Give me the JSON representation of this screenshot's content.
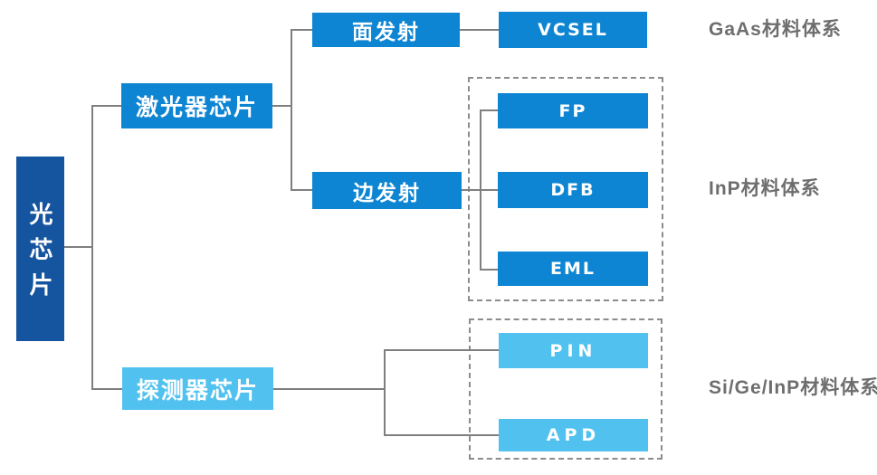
{
  "diagram": {
    "title_hint": "optical-chip classification tree",
    "root": {
      "label": "光芯片"
    },
    "nodes": {
      "laser": {
        "label": "激光器芯片",
        "tier": "mid"
      },
      "detector": {
        "label": "探测器芯片",
        "tier": "light"
      },
      "surface": {
        "label": "面发射",
        "tier": "mid"
      },
      "edge": {
        "label": "边发射",
        "tier": "mid"
      },
      "vcsel": {
        "label": "VCSEL",
        "tier": "mid"
      },
      "fp": {
        "label": "FP",
        "tier": "mid"
      },
      "dfb": {
        "label": "DFB",
        "tier": "mid"
      },
      "eml": {
        "label": "EML",
        "tier": "mid"
      },
      "pin": {
        "label": "PIN",
        "tier": "light"
      },
      "apd": {
        "label": "APD",
        "tier": "light"
      }
    },
    "material_labels": {
      "gaas": "GaAs材料体系",
      "inp": "InP材料体系",
      "si_ge_inp": "Si/Ge/InP材料体系"
    },
    "groups": {
      "inp_group_members": [
        "FP",
        "DFB",
        "EML"
      ],
      "si_ge_inp_group_members": [
        "PIN",
        "APD"
      ]
    }
  },
  "colors": {
    "node-dark": "#15549e",
    "node-mid": "#0e85d2",
    "node-light": "#51c2ef",
    "line": "#7f7f7f",
    "dash": "#8c8c8c",
    "label-text": "#6e6e6e",
    "node-text": "#ffffff",
    "background": "#ffffff"
  }
}
